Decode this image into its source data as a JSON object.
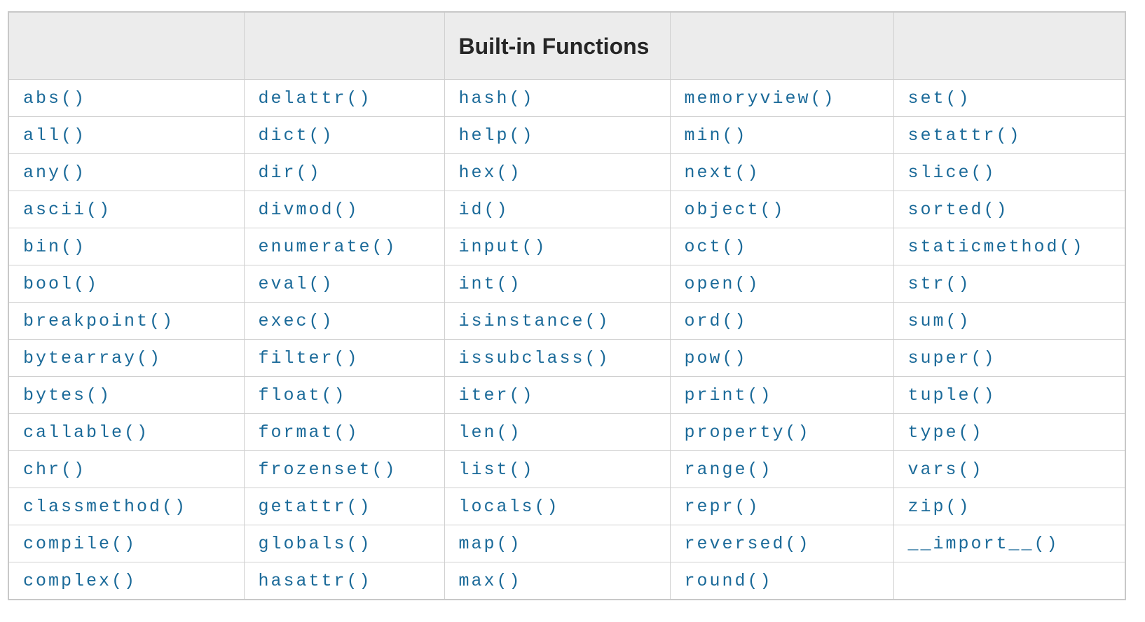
{
  "colors": {
    "link": "#1b6a99",
    "header_bg": "#ececec",
    "header_text": "#262626",
    "border_inner": "#d0d0d0",
    "border_outer": "#c8c8c8",
    "page_bg": "#ffffff"
  },
  "table": {
    "title": "Built-in Functions",
    "header_cells": [
      "",
      "",
      "Built-in Functions",
      "",
      ""
    ],
    "column_count": 5,
    "rows": [
      [
        "abs()",
        "delattr()",
        "hash()",
        "memoryview()",
        "set()"
      ],
      [
        "all()",
        "dict()",
        "help()",
        "min()",
        "setattr()"
      ],
      [
        "any()",
        "dir()",
        "hex()",
        "next()",
        "slice()"
      ],
      [
        "ascii()",
        "divmod()",
        "id()",
        "object()",
        "sorted()"
      ],
      [
        "bin()",
        "enumerate()",
        "input()",
        "oct()",
        "staticmethod()"
      ],
      [
        "bool()",
        "eval()",
        "int()",
        "open()",
        "str()"
      ],
      [
        "breakpoint()",
        "exec()",
        "isinstance()",
        "ord()",
        "sum()"
      ],
      [
        "bytearray()",
        "filter()",
        "issubclass()",
        "pow()",
        "super()"
      ],
      [
        "bytes()",
        "float()",
        "iter()",
        "print()",
        "tuple()"
      ],
      [
        "callable()",
        "format()",
        "len()",
        "property()",
        "type()"
      ],
      [
        "chr()",
        "frozenset()",
        "list()",
        "range()",
        "vars()"
      ],
      [
        "classmethod()",
        "getattr()",
        "locals()",
        "repr()",
        "zip()"
      ],
      [
        "compile()",
        "globals()",
        "map()",
        "reversed()",
        "__import__()"
      ],
      [
        "complex()",
        "hasattr()",
        "max()",
        "round()",
        ""
      ]
    ]
  }
}
